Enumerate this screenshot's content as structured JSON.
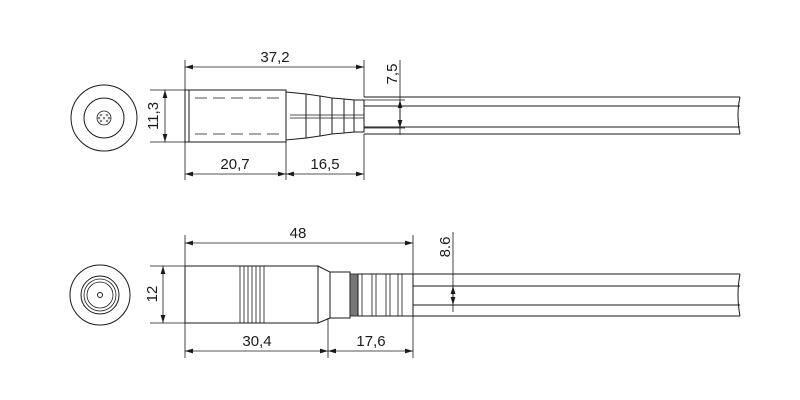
{
  "connector_straight": {
    "dimensions": {
      "total_length": "37,2",
      "diameter": "11,3",
      "body_length": "20,7",
      "strain_relief_length": "16,5",
      "cable_diameter": "7,5"
    }
  },
  "connector_metal": {
    "dimensions": {
      "total_length": "48",
      "diameter": "12",
      "body_length": "30,4",
      "strain_relief_length": "17,6",
      "cable_diameter": "8.6"
    }
  }
}
